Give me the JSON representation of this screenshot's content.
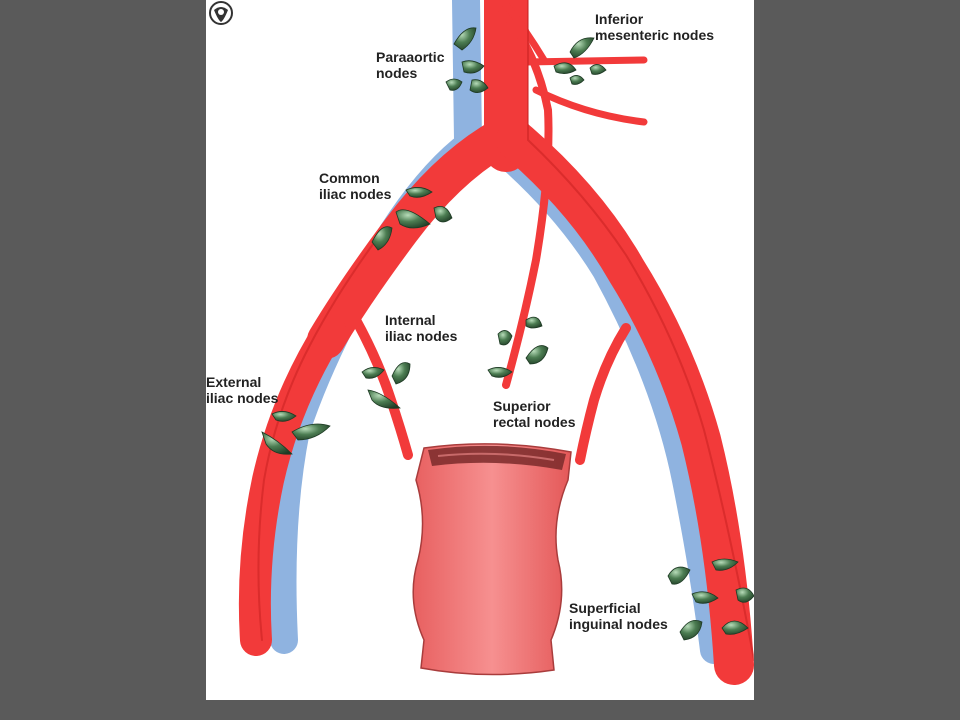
{
  "slide": {
    "background": "#5a5a5a",
    "panel_background": "#ffffff"
  },
  "colors": {
    "artery": "#f23a3a",
    "artery_dark": "#c41d1d",
    "vein": "#8fb3e0",
    "node": "#3f6b45",
    "node_light": "#9cc6a0",
    "rectum": "#f37d7d",
    "rectum_dark": "#a93c3c"
  },
  "labels": {
    "paraaortic": {
      "line1": "Paraaortic",
      "line2": "nodes"
    },
    "inferior_mesenteric": {
      "line1": "Inferior",
      "line2": "mesenteric nodes"
    },
    "common_iliac": {
      "line1": "Common",
      "line2": "iliac nodes"
    },
    "internal_iliac": {
      "line1": "Internal",
      "line2": "iliac nodes"
    },
    "external_iliac": {
      "line1": "External",
      "line2": "iliac nodes"
    },
    "superior_rectal": {
      "line1": "Superior",
      "line2": "rectal nodes"
    },
    "superficial_inguinal": {
      "line1": "Superficial",
      "line2": "inguinal nodes"
    }
  },
  "icons": {
    "publisher_logo": "publisher-logo-icon",
    "node": "lymph-node-icon"
  }
}
